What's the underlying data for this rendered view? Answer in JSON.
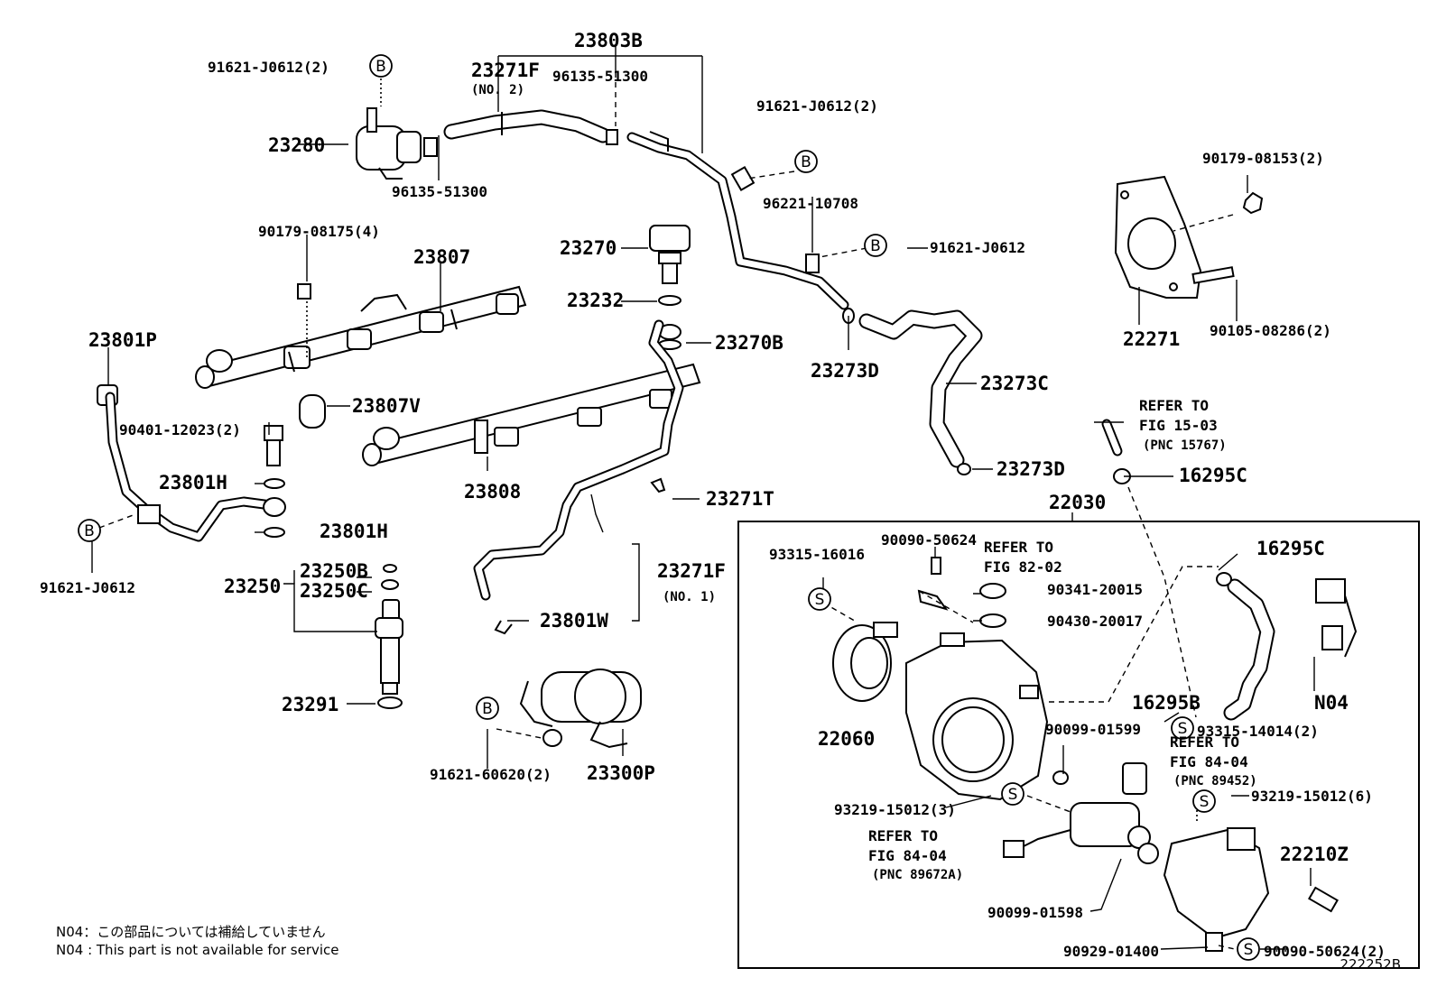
{
  "labels": {
    "l23803B": "23803B",
    "l91621_J0612_2_a": "91621-J0612(2)",
    "l23271F_2": "23271F",
    "l23271F_2_sub": "(NO. 2)",
    "l96135_51300_a": "96135-51300",
    "l23280": "23280",
    "l96135_51300_b": "96135-51300",
    "l91621_J0612_2_b": "91621-J0612(2)",
    "l90179_08153": "90179-08153(2)",
    "l96221_10708": "96221-10708",
    "l91621_J0612_c": "91621-J0612",
    "l90179_08175": "90179-08175(4)",
    "l23807": "23807",
    "l23270": "23270",
    "l23232": "23232",
    "l23270B": "23270B",
    "l23801P": "23801P",
    "l23807V": "23807V",
    "l23273D_a": "23273D",
    "l23273C": "23273C",
    "l22271": "22271",
    "l90105_08286": "90105-08286(2)",
    "l90401_12023": "90401-12023(2)",
    "l23801H_a": "23801H",
    "l23808": "23808",
    "l23801H_b": "23801H",
    "l23271T": "23271T",
    "l23273D_b": "23273D",
    "l16295C_a": "16295C",
    "l22030": "22030",
    "l91621_J0612_d": "91621-J0612",
    "l23250B": "23250B",
    "l23250": "23250",
    "l23250C": "23250C",
    "l23271F_1": "23271F",
    "l23271F_1_sub": "(NO. 1)",
    "l23801W": "23801W",
    "l23291": "23291",
    "l91621_60620": "91621-60620(2)",
    "l23300P": "23300P",
    "l90090_50624_a": "90090-50624",
    "l93315_16016": "93315-16016",
    "l90341_20015": "90341-20015",
    "l90430_20017": "90430-20017",
    "l16295C_b": "16295C",
    "lN04": "N04",
    "l16295B": "16295B",
    "l22060": "22060",
    "l90099_01599": "90099-01599",
    "l93315_14014": "93315-14014(2)",
    "l93219_15012_3": "93219-15012(3)",
    "l93219_15012_6": "93219-15012(6)",
    "l22210Z": "22210Z",
    "l90099_01598": "90099-01598",
    "l90929_01400": "90929-01400",
    "l90090_50624_b": "90090-50624(2)"
  },
  "refers": {
    "r1": [
      "REFER TO",
      "FIG 15-03",
      "(PNC 15767)"
    ],
    "r2": [
      "REFER TO",
      "FIG 82-02"
    ],
    "r3": [
      "REFER TO",
      "FIG 84-04",
      "(PNC 89452)"
    ],
    "r4": [
      "REFER TO",
      "FIG 84-04",
      "(PNC 89672A)"
    ]
  },
  "markers": {
    "b": "B",
    "s": "S"
  },
  "notes": {
    "jp": "N04：この部品については補給していません",
    "en": "N04 : This part is not available for service"
  },
  "figure_code": "222252B"
}
